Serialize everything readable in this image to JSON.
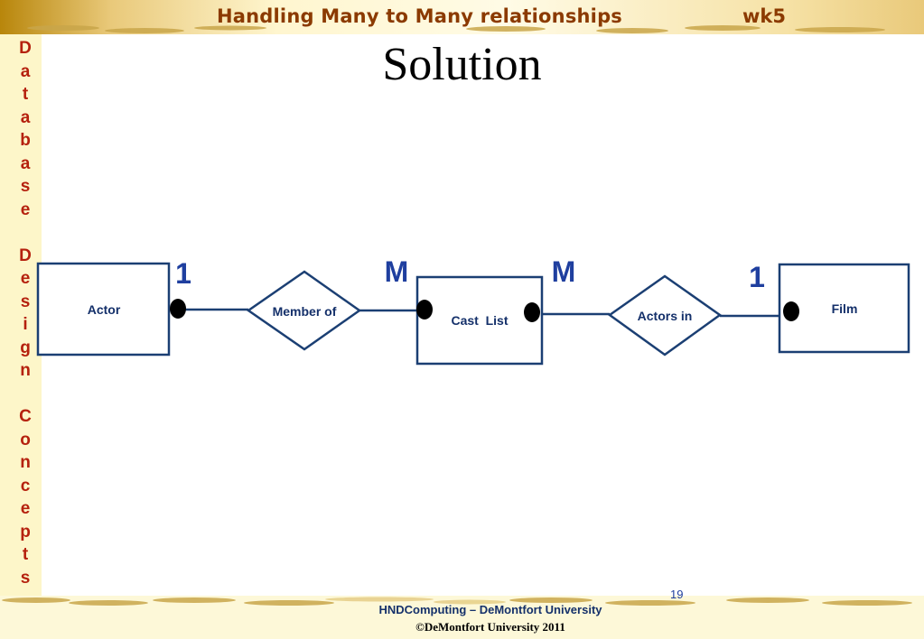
{
  "header": {
    "title": "Handling Many to Many relationships",
    "week": "wk5"
  },
  "sidebar": {
    "text": "Database Design Concepts"
  },
  "slide": {
    "heading": "Solution"
  },
  "diagram": {
    "entities": {
      "actor": "Actor",
      "cast_list": "Cast  List",
      "film": "Film"
    },
    "relationships": {
      "member_of": "Member of",
      "actors_in": "Actors in"
    },
    "cardinalities": {
      "actor_side": "1",
      "cast_left": "M",
      "cast_right": "M",
      "film_side": "1"
    },
    "colors": {
      "stroke": "#1b3f73",
      "cardinality": "#1f3f9f",
      "entity_text": "#14306a"
    }
  },
  "footer": {
    "page_number": "19",
    "line1": "HNDComputing – DeMontfort  University",
    "line2": "©DeMontfort University 2011"
  }
}
